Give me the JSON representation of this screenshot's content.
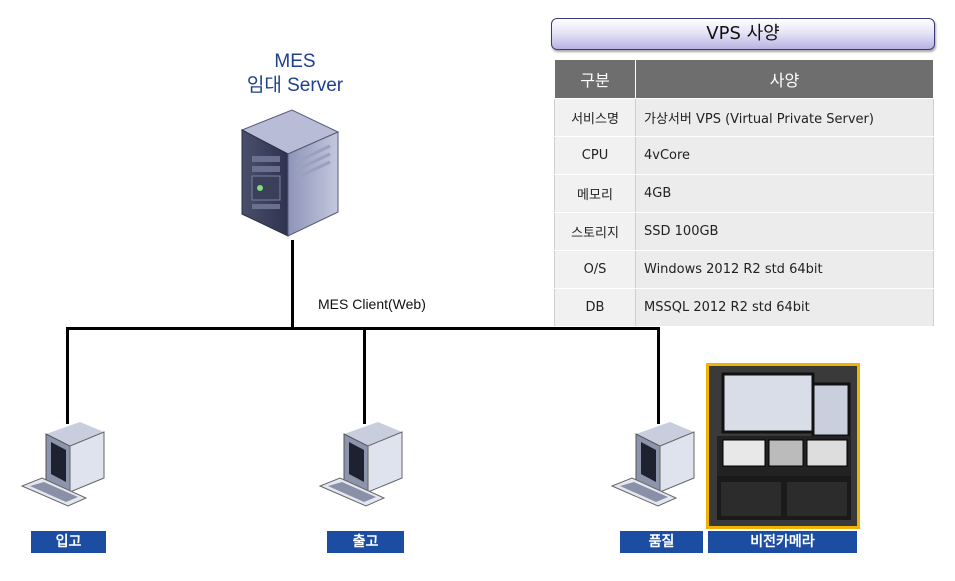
{
  "server": {
    "title_line1": "MES",
    "title_line2": "임대 Server"
  },
  "network": {
    "label": "MES Client(Web)"
  },
  "clients": [
    {
      "label": "입고"
    },
    {
      "label": "출고"
    },
    {
      "label": "품질"
    },
    {
      "label": "비전카메라"
    }
  ],
  "vps": {
    "title": "VPS 사양",
    "header": {
      "col1": "구분",
      "col2": "사양"
    },
    "rows": [
      {
        "key": "서비스명",
        "value": "가상서버 VPS (Virtual Private Server)"
      },
      {
        "key": "CPU",
        "value": "4vCore"
      },
      {
        "key": "메모리",
        "value": "4GB"
      },
      {
        "key": "스토리지",
        "value": "SSD 100GB"
      },
      {
        "key": "O/S",
        "value": "Windows 2012 R2 std 64bit"
      },
      {
        "key": "DB",
        "value": "MSSQL 2012 R2 std 64bit"
      }
    ]
  },
  "colors": {
    "label_bg": "#1b4ea3",
    "server_title": "#1f3f8f",
    "photo_border": "#f0b400",
    "table_header": "#6e6e6e"
  }
}
